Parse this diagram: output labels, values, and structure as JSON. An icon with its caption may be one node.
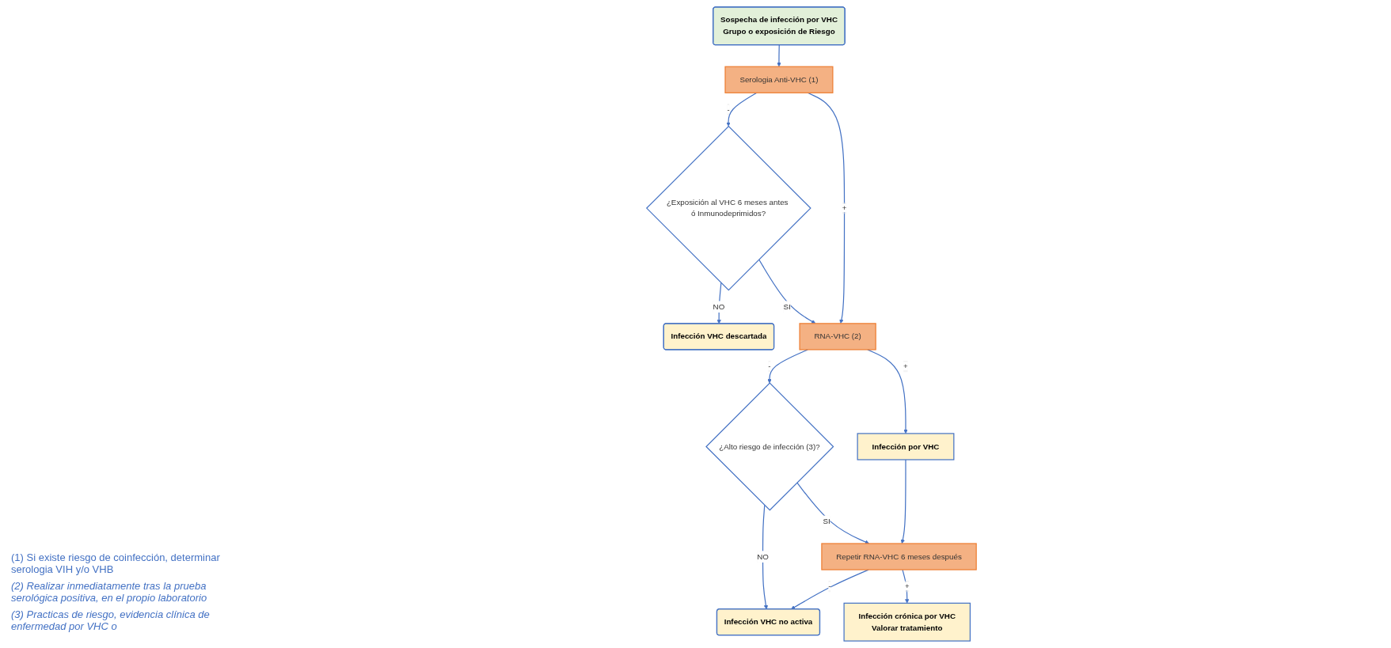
{
  "diagram": {
    "nodes": [
      {
        "text": [
          "Sospecha de infección por VHC",
          "Grupo o exposición de Riesgo"
        ]
      },
      {
        "text": [
          "Serologia Anti-VHC (1)"
        ]
      },
      {
        "text": [
          "¿Exposición al VHC 6 meses antes ó Inmunodeprimidos?"
        ]
      },
      {
        "text": [
          "Infección VHC descartada"
        ]
      },
      {
        "text": [
          "RNA-VHC (2)"
        ]
      },
      {
        "text": [
          "¿Alto riesgo de infección (3)?"
        ]
      },
      {
        "text": [
          "Infección por VHC"
        ]
      },
      {
        "text": [
          "Infección VHC no activa"
        ]
      },
      {
        "text": [
          "Repetir RNA-VHC 6 meses después"
        ]
      },
      {
        "text": [
          "Infección crónica por VHC",
          "Valorar tratamiento"
        ]
      }
    ],
    "edges": [
      {
        "from": 0,
        "to": 1,
        "arrow": "to"
      },
      {
        "from": 1,
        "to": 2,
        "arrow": "to",
        "label": "-"
      },
      {
        "from": 1,
        "to": 4,
        "arrow": "to",
        "label": "+"
      },
      {
        "from": 2,
        "to": 3,
        "arrow": "to",
        "label": "NO"
      },
      {
        "from": 2,
        "to": 4,
        "arrow": "to",
        "label": "SI"
      },
      {
        "from": 4,
        "to": 5,
        "arrow": "to",
        "label": "-"
      },
      {
        "from": 4,
        "to": 6,
        "arrow": "to",
        "label": "+"
      },
      {
        "from": 5,
        "to": 7,
        "arrow": "to",
        "label": "NO"
      },
      {
        "from": 5,
        "to": 8,
        "arrow": "to",
        "label": "SI"
      },
      {
        "from": 6,
        "to": 8,
        "arrow": "to"
      },
      {
        "from": 8,
        "to": 7,
        "arrow": "to",
        "label": "-"
      },
      {
        "from": 8,
        "to": 9,
        "arrow": "to",
        "label": "+"
      }
    ],
    "labels": [
      "(1) Si existe riesgo de coinfección, determinar serologia VIH y/o VHB",
      "(2) Realizar inmediatamente tras la prueba serológica positiva, en el propio laboratorio",
      "(3) Practicas de riesgo, evidencia clínica de enfermedad por VHC o"
    ]
  }
}
